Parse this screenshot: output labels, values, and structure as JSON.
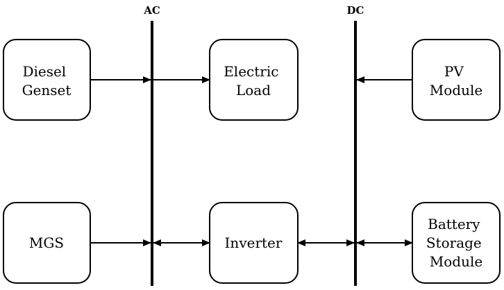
{
  "buses": {
    "ac": {
      "label": "AC"
    },
    "dc": {
      "label": "DC"
    }
  },
  "boxes": {
    "diesel_genset": {
      "lines": [
        "Diesel",
        "Genset"
      ]
    },
    "electric_load": {
      "lines": [
        "Electric",
        "Load"
      ]
    },
    "pv_module": {
      "lines": [
        "PV",
        "Module"
      ]
    },
    "mgs": {
      "lines": [
        "MGS"
      ]
    },
    "inverter": {
      "lines": [
        "Inverter"
      ]
    },
    "battery_storage_module": {
      "lines": [
        "Battery",
        "Storage",
        "Module"
      ]
    }
  },
  "connections": [
    {
      "from": "diesel_genset",
      "to": "ac_bus",
      "direction": "forward"
    },
    {
      "from": "ac_bus",
      "to": "electric_load",
      "direction": "forward"
    },
    {
      "from": "pv_module",
      "to": "dc_bus",
      "direction": "forward"
    },
    {
      "from": "mgs",
      "to": "ac_bus",
      "direction": "forward"
    },
    {
      "from": "ac_bus",
      "to": "inverter",
      "direction": "bidirectional"
    },
    {
      "from": "inverter",
      "to": "dc_bus",
      "direction": "bidirectional"
    },
    {
      "from": "dc_bus",
      "to": "battery_storage_module",
      "direction": "bidirectional"
    }
  ]
}
